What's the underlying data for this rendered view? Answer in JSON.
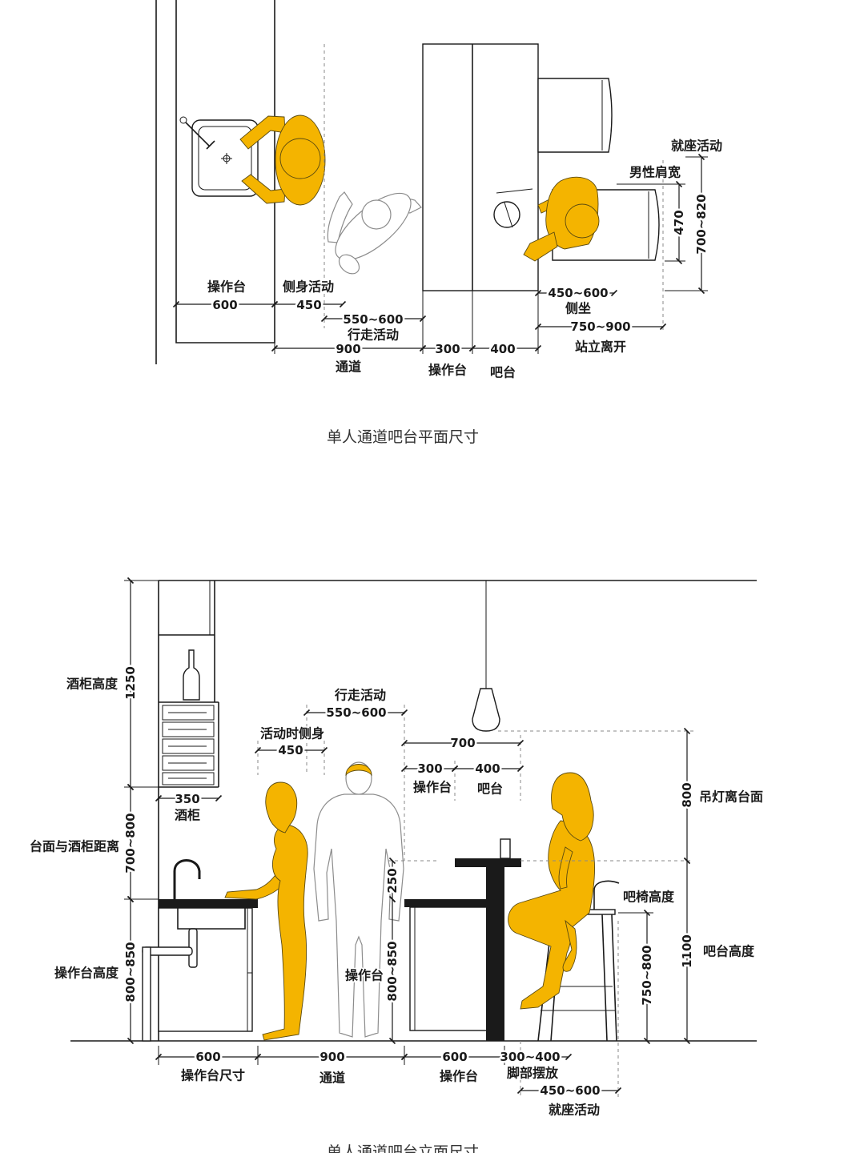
{
  "plan": {
    "caption": "单人通道吧台平面尺寸",
    "counter": {
      "value": "600",
      "label": "操作台"
    },
    "side_turn": {
      "value": "450",
      "label": "侧身活动"
    },
    "walking": {
      "value": "550~600",
      "label": "行走活动"
    },
    "aisle": {
      "value": "900",
      "label": "通道"
    },
    "work_counter": {
      "value": "300",
      "label": "操作台"
    },
    "bar": {
      "value": "400",
      "label": "吧台"
    },
    "side_sit": {
      "value": "450~600",
      "label": "侧坐"
    },
    "stand_leave": {
      "value": "750~900",
      "label": "站立离开"
    },
    "shoulder": {
      "value": "470",
      "label": "男性肩宽"
    },
    "seating": {
      "value": "700~820",
      "label": "就座活动"
    }
  },
  "elevation": {
    "caption": "单人通道吧台立面尺寸",
    "cabinet_height": {
      "value": "1250",
      "label": "酒柜高度"
    },
    "top_to_cabinet": {
      "value": "700~800",
      "label": "台面与酒柜距离"
    },
    "counter_height": {
      "value": "800~850",
      "label": "操作台高度"
    },
    "walking": {
      "value": "550~600",
      "label": "行走活动"
    },
    "side_turn": {
      "value": "450",
      "label": "活动时侧身"
    },
    "bar_total_depth": {
      "value": "700"
    },
    "work_counter": {
      "value": "300",
      "label": "操作台"
    },
    "bar": {
      "value": "400",
      "label": "吧台"
    },
    "cabinet_depth": {
      "value": "350",
      "label": "酒柜"
    },
    "lamp": {
      "value": "800",
      "label": "吊灯离台面"
    },
    "bar_step": {
      "value": "250"
    },
    "stool_height": {
      "value": "750~800",
      "label": "吧椅高度"
    },
    "bar_height": {
      "value": "1100",
      "label": "吧台高度"
    },
    "work_counter_height": {
      "value": "800~850",
      "label": "操作台"
    },
    "bottom": [
      {
        "value": "600",
        "label": "操作台尺寸"
      },
      {
        "value": "900",
        "label": "通道"
      },
      {
        "value": "600",
        "label": "操作台"
      },
      {
        "value": "300~400",
        "label": "脚部摆放"
      }
    ],
    "seating": {
      "value": "450~600",
      "label": "就座活动"
    }
  },
  "colors": {
    "figure": "#f4b400",
    "line": "#1a1a1a",
    "background": "#ffffff"
  }
}
